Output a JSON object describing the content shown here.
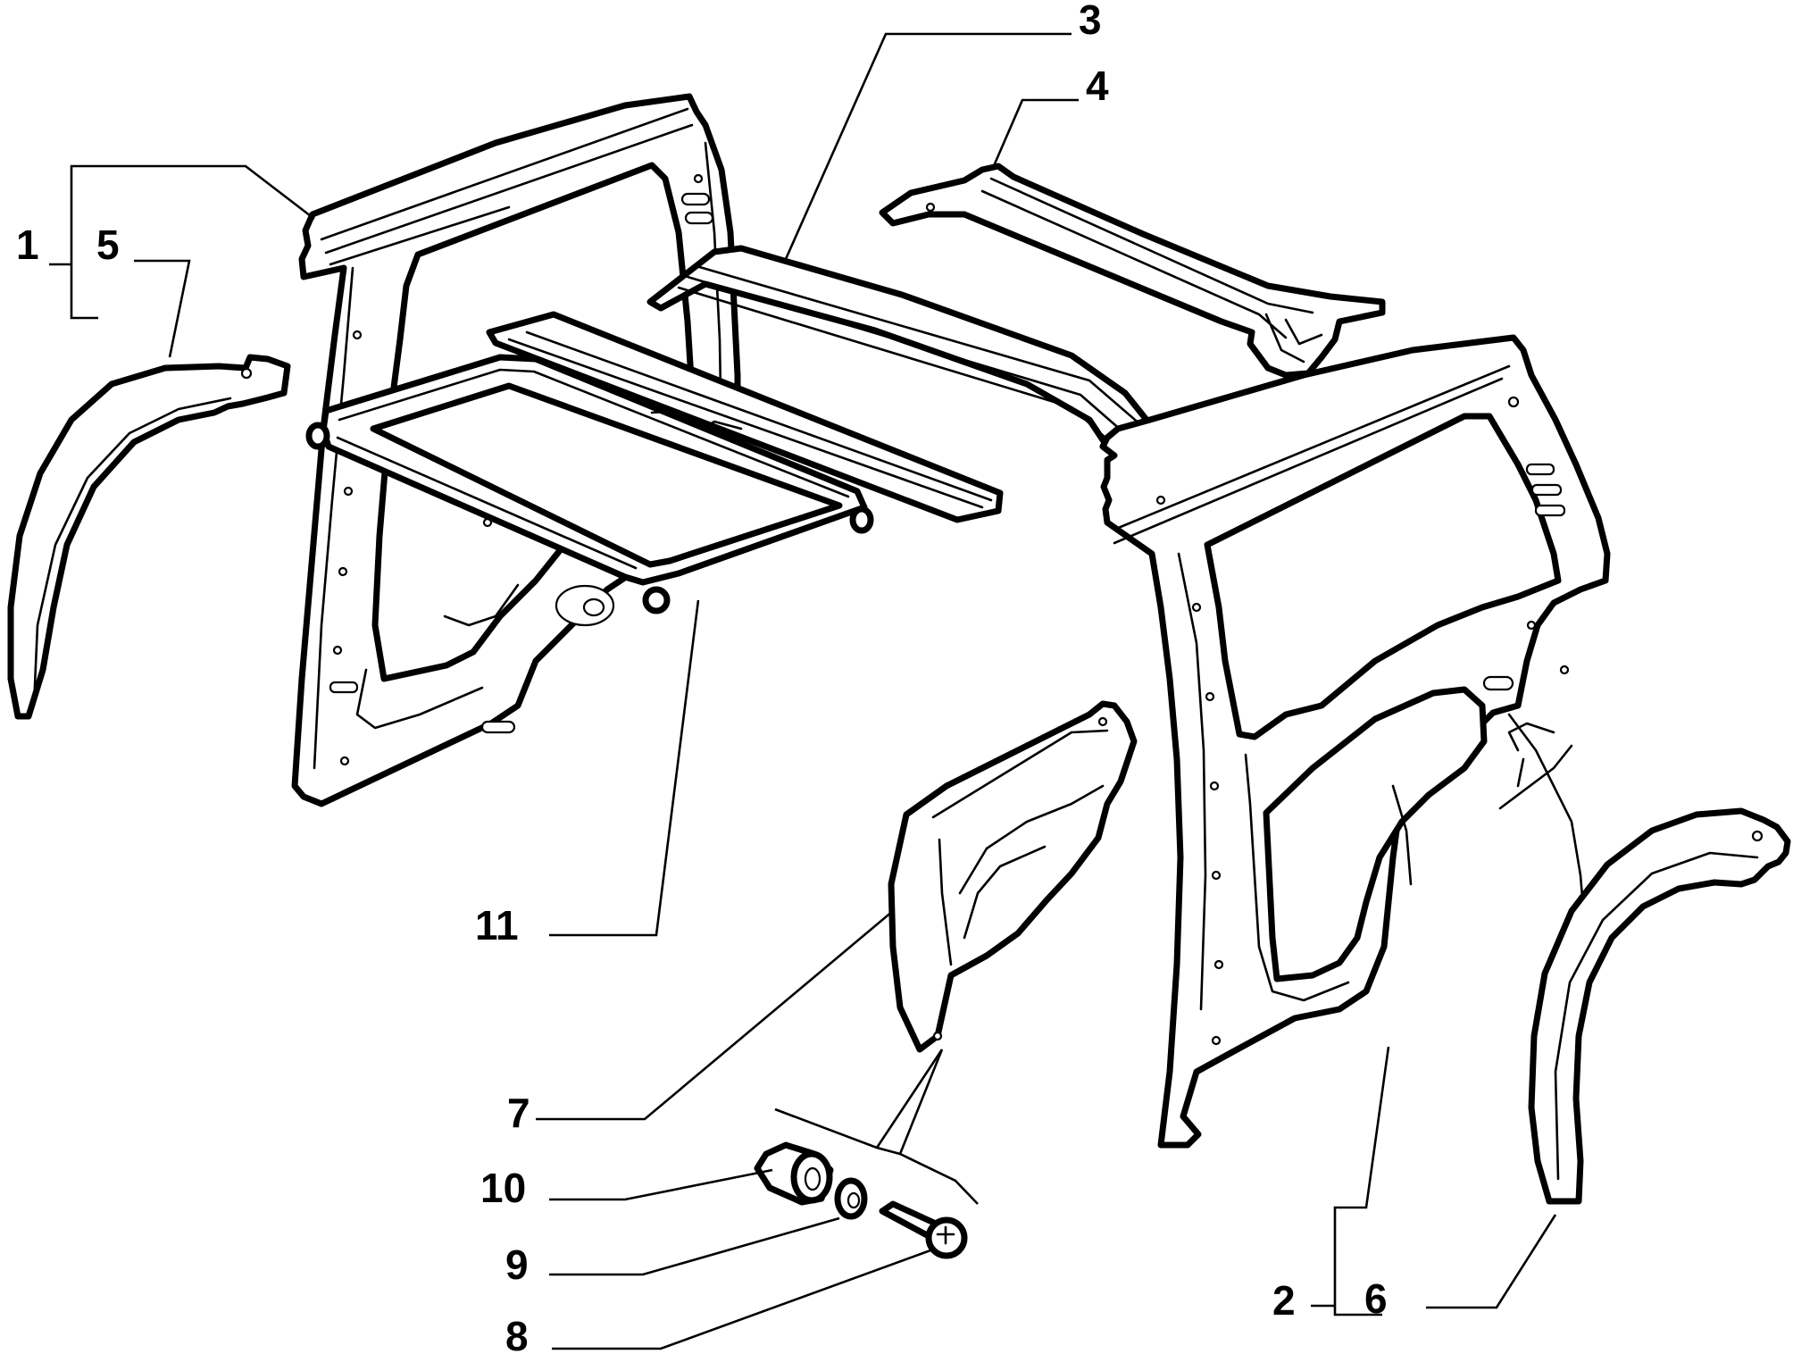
{
  "callouts": {
    "c1": "1",
    "c2": "2",
    "c3": "3",
    "c4": "4",
    "c5": "5",
    "c6": "6",
    "c7": "7",
    "c8": "8",
    "c9": "9",
    "c10": "10",
    "c11": "11"
  },
  "parts": [
    {
      "name": "left-side-frame-panel",
      "callout": "1"
    },
    {
      "name": "right-side-frame-panel",
      "callout": "2"
    },
    {
      "name": "roof-rail-channel",
      "callout": "3"
    },
    {
      "name": "rear-roof-bracket",
      "callout": "4"
    },
    {
      "name": "left-wheel-arch-trim",
      "callout": "5"
    },
    {
      "name": "right-wheel-arch-trim",
      "callout": "6"
    },
    {
      "name": "inner-wheelhouse-liner",
      "callout": "7"
    },
    {
      "name": "fixing-screw",
      "callout": "8"
    },
    {
      "name": "washer",
      "callout": "9"
    },
    {
      "name": "bushing",
      "callout": "10"
    },
    {
      "name": "sunroof-frame",
      "callout": "11"
    }
  ]
}
